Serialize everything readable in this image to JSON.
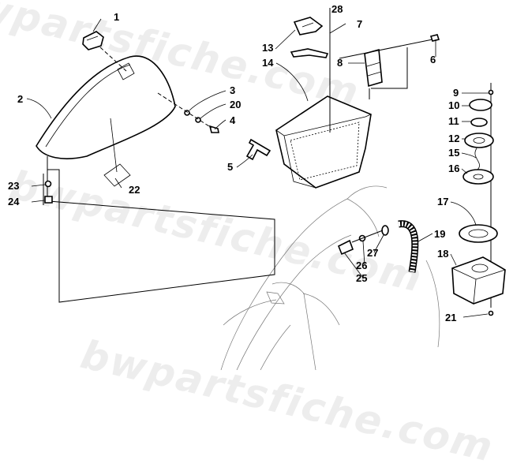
{
  "watermark": "bwpartsfiche.com",
  "callouts": [
    "1",
    "2",
    "3",
    "20",
    "4",
    "5",
    "6",
    "7",
    "8",
    "9",
    "10",
    "11",
    "12",
    "13",
    "14",
    "15",
    "16",
    "17",
    "18",
    "19",
    "21",
    "22",
    "23",
    "24",
    "25",
    "26",
    "27",
    "28"
  ]
}
